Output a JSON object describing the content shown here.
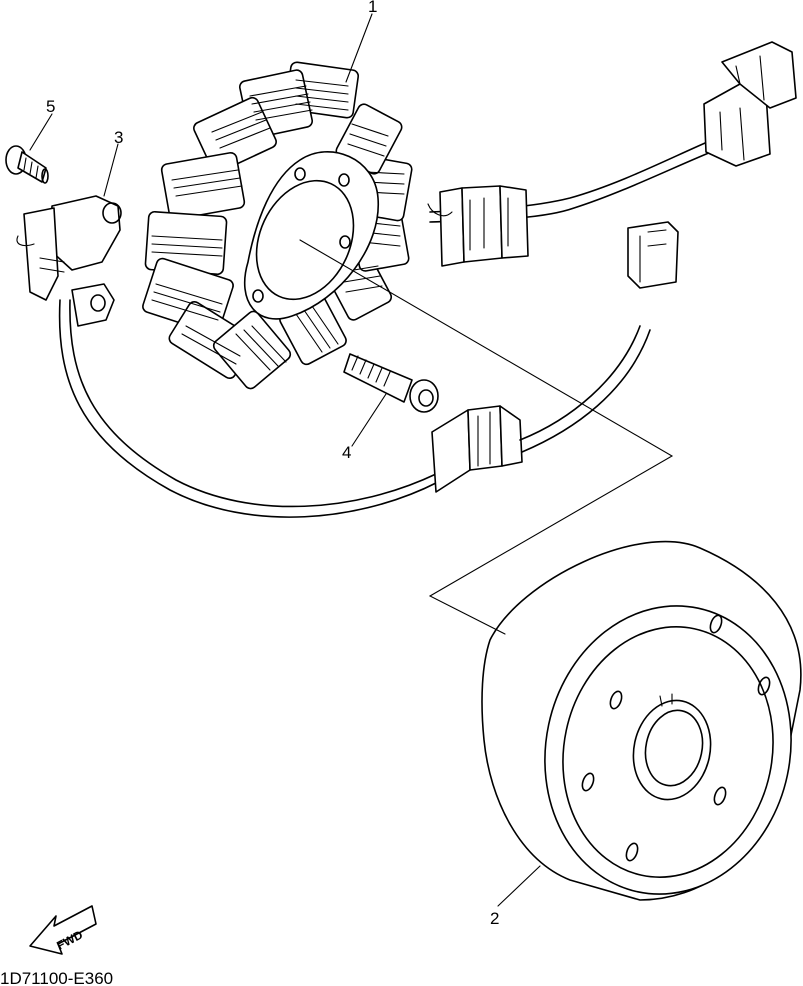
{
  "diagram": {
    "callouts": {
      "c1": "1",
      "c2": "2",
      "c3": "3",
      "c4": "4",
      "c5": "5"
    },
    "fwd_label": "FWD",
    "drawing_code": "1D71100-E360"
  }
}
